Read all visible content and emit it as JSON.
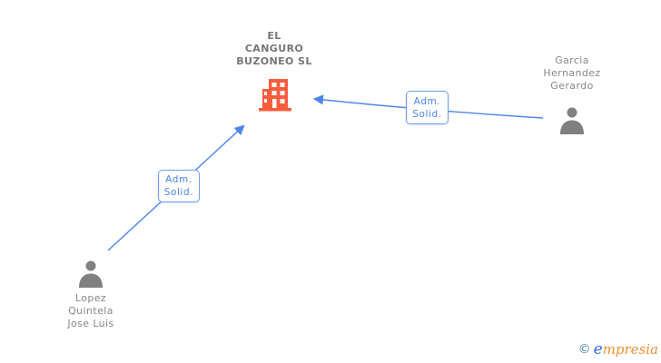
{
  "diagram": {
    "company": {
      "name": "EL CANGURO BUZONEO SL",
      "name_lines": [
        "EL",
        "CANGURO",
        "BUZONEO SL"
      ]
    },
    "people": [
      {
        "name": "Lopez Quintela Jose Luis",
        "name_lines": [
          "Lopez",
          "Quintela",
          "Jose Luis"
        ]
      },
      {
        "name": "Garcia Hernandez Gerardo",
        "name_lines": [
          "Garcia",
          "Hernandez",
          "Gerardo"
        ]
      }
    ],
    "edges": [
      {
        "from": "Lopez Quintela Jose Luis",
        "to": "EL CANGURO BUZONEO SL",
        "label_lines": [
          "Adm.",
          "Solid."
        ]
      },
      {
        "from": "Garcia Hernandez Gerardo",
        "to": "EL CANGURO BUZONEO SL",
        "label_lines": [
          "Adm.",
          "Solid."
        ]
      }
    ]
  },
  "colors": {
    "edge_blue": "#4a86e8",
    "label_border_blue": "#6d9eeb",
    "label_text_blue": "#4a86e8",
    "building_orange": "#f95d3e",
    "person_gray": "#808080",
    "title_gray": "#767676",
    "name_gray": "#878787",
    "brand_copyright_teal": "#4886a5",
    "brand_blue": "#2e6bd9",
    "brand_orange": "#ee8f2f"
  },
  "watermark": {
    "copyright_symbol": "©",
    "brand_lead": "e",
    "brand_rest": "mpresia"
  }
}
